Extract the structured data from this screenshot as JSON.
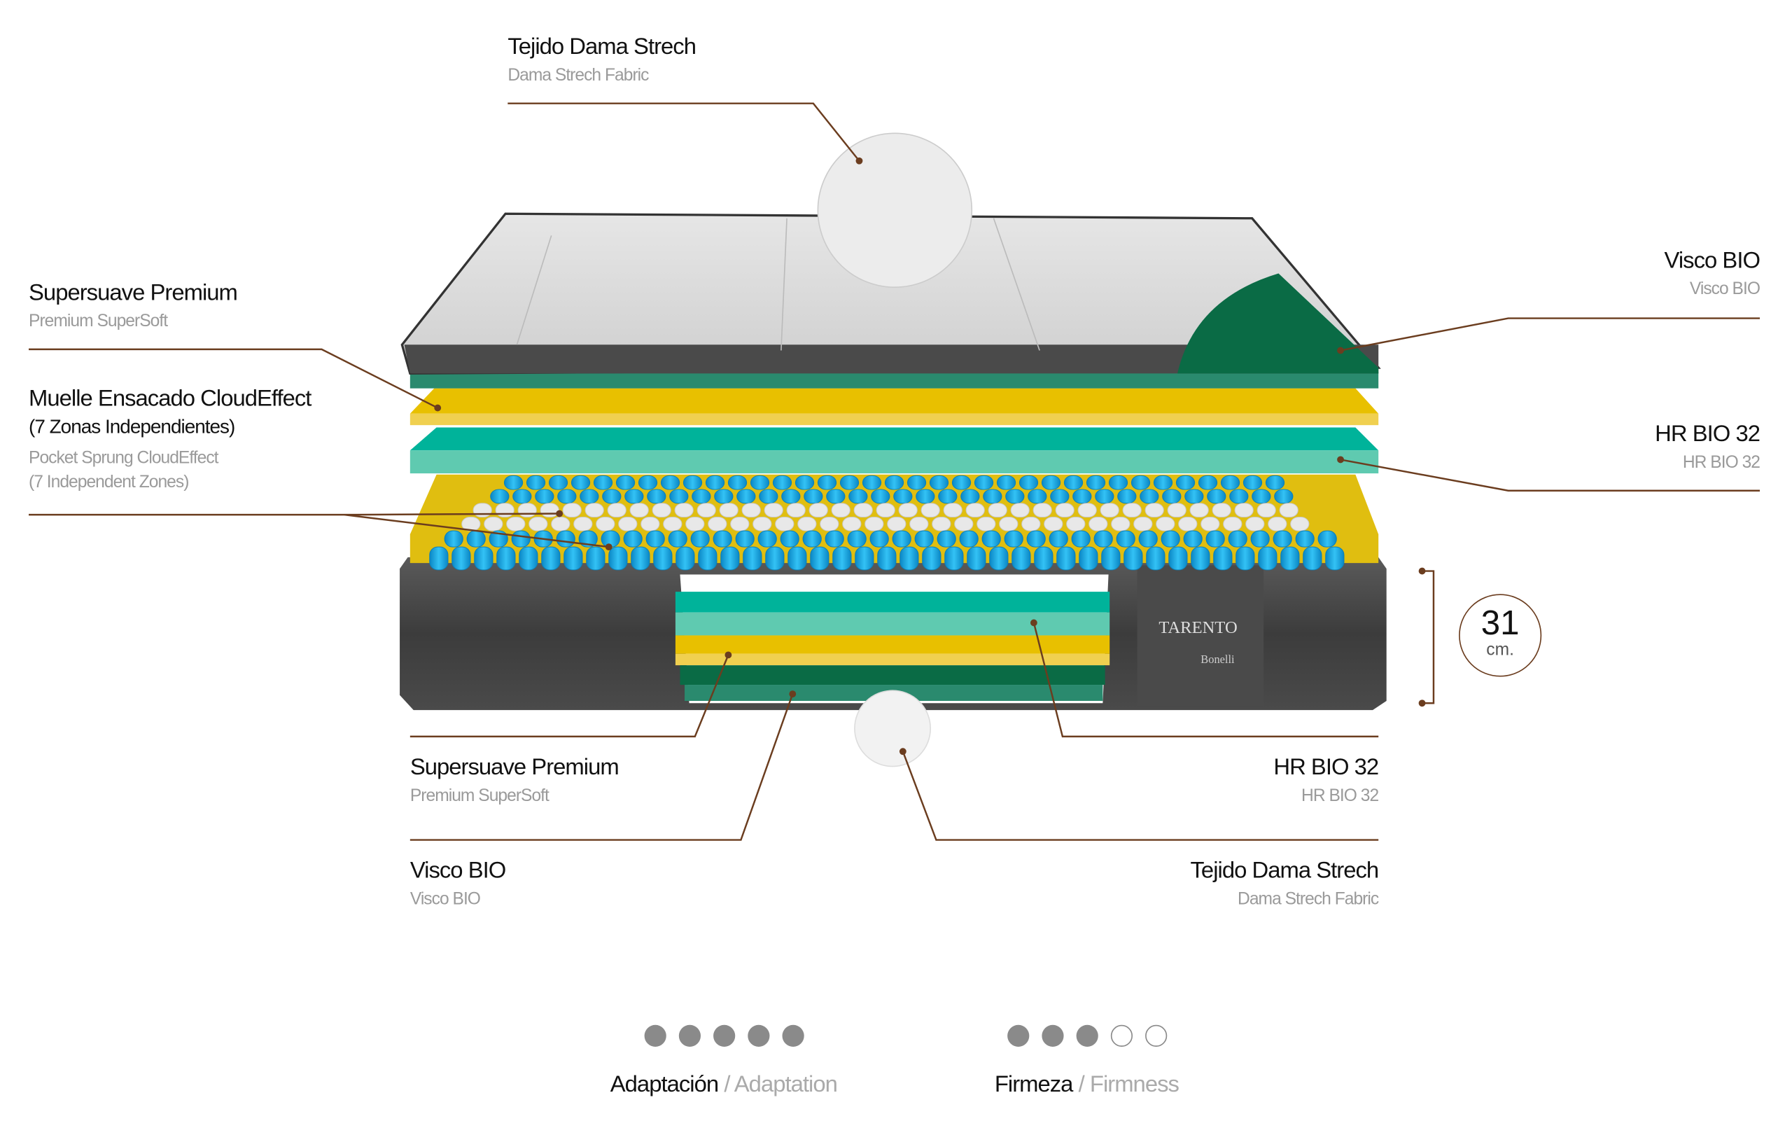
{
  "labels": {
    "top_fabric": {
      "title": "Tejido Dama Strech",
      "subtitle": "Dama Strech Fabric"
    },
    "left_supersoft": {
      "title": "Supersuave Premium",
      "subtitle": "Premium SuperSoft"
    },
    "left_springs": {
      "title": "Muelle Ensacado CloudEffect",
      "title2": "(7 Zonas Independientes)",
      "subtitle": "Pocket Sprung CloudEffect",
      "subtitle2": "(7 Independent Zones)"
    },
    "right_visco": {
      "title": "Visco BIO",
      "subtitle": "Visco BIO"
    },
    "right_hr": {
      "title": "HR BIO 32",
      "subtitle": "HR BIO 32"
    },
    "bottom_supersoft": {
      "title": "Supersuave Premium",
      "subtitle": "Premium SuperSoft"
    },
    "bottom_visco": {
      "title": "Visco BIO",
      "subtitle": "Visco BIO"
    },
    "bottom_hr": {
      "title": "HR BIO 32",
      "subtitle": "HR BIO 32"
    },
    "bottom_fabric": {
      "title": "Tejido Dama Strech",
      "subtitle": "Dama Strech Fabric"
    }
  },
  "height": {
    "value": "31",
    "unit": "cm."
  },
  "brand": {
    "name": "TARENTO",
    "maker": "Bonelli"
  },
  "ratings": [
    {
      "label": "Adaptación",
      "label_en": "/ Adaptation",
      "value": 5,
      "max": 5
    },
    {
      "label": "Firmeza",
      "label_en": "/ Firmness",
      "value": 3,
      "max": 5
    }
  ],
  "colors": {
    "leader": "#6b3d1f",
    "teal_dark": "#2a8a6e",
    "yellow": "#e8c000",
    "teal": "#00b39a",
    "teal_light": "#5fcab0",
    "green_dark": "#0a6b45",
    "spring_blue": "#13a7e3"
  }
}
